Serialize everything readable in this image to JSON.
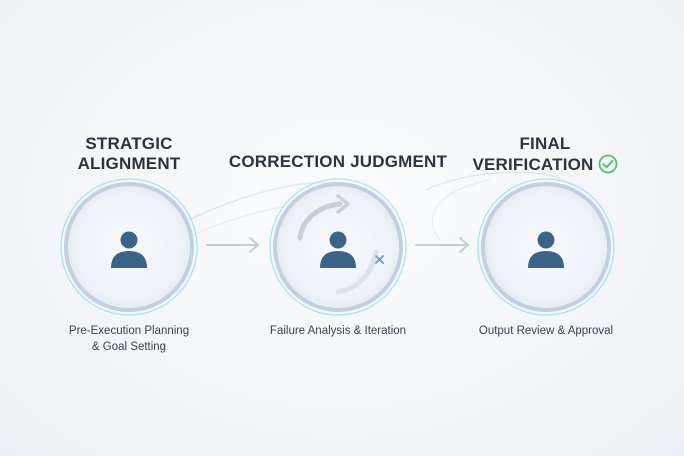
{
  "steps": [
    {
      "title_lines": [
        "STRATGIC",
        "ALIGNMENT"
      ],
      "caption_lines": [
        "Pre-Execution Planning",
        "& Goal Setting"
      ],
      "icon": "user-icon"
    },
    {
      "title_lines": [
        "CORRECTION JUDGMENT"
      ],
      "caption_lines": [
        "Failure Analysis & Iteration"
      ],
      "icon": "user-icon",
      "extra_icons": [
        "refresh-arrow-icon",
        "x-mark-icon"
      ]
    },
    {
      "title_lines": [
        "FINAL",
        "VERIFICATION"
      ],
      "caption_lines": [
        "Output Review & Approval"
      ],
      "icon": "user-icon",
      "extra_icons": [
        "check-circle-icon"
      ]
    }
  ],
  "connectors": [
    "arrow-right-icon",
    "arrow-right-icon"
  ],
  "colors": {
    "ring_outer": "#9ee3ec",
    "ring_inner": "#c3cfe2",
    "person": "#3b6488",
    "check": "#4cc46a",
    "x_mark": "#5aa3cf",
    "arrow": "#c8ccd2",
    "title_text": "#2b3440"
  }
}
